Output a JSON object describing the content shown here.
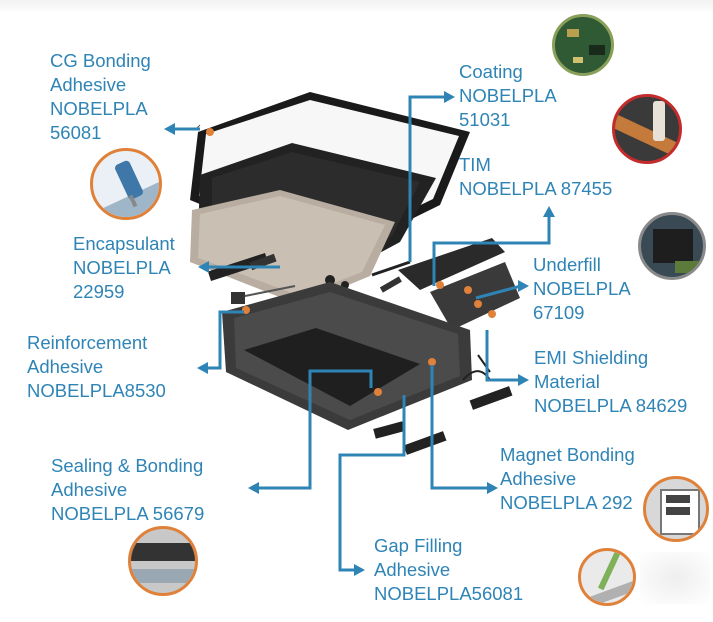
{
  "accent": "#2f84b6",
  "ring": "#e0813a",
  "callouts": [
    {
      "key": "cg",
      "lines": [
        "CG Bonding",
        "Adhesive",
        "NOBELPLA",
        "56081"
      ]
    },
    {
      "key": "coating",
      "lines": [
        "Coating",
        "NOBELPLA",
        "51031"
      ]
    },
    {
      "key": "tim",
      "lines": [
        "TIM",
        "NOBELPLA 87455"
      ]
    },
    {
      "key": "encapsulant",
      "lines": [
        "Encapsulant",
        "NOBELPLA",
        "22959"
      ]
    },
    {
      "key": "underfill",
      "lines": [
        "Underfill",
        "NOBELPLA",
        "67109"
      ]
    },
    {
      "key": "reinforcement",
      "lines": [
        "Reinforcement",
        "Adhesive",
        "NOBELPLA8530"
      ]
    },
    {
      "key": "emi",
      "lines": [
        "EMI Shielding",
        "Material",
        "NOBELPLA 84629"
      ]
    },
    {
      "key": "sealing",
      "lines": [
        "Sealing & Bonding",
        "Adhesive",
        "NOBELPLA 56679"
      ]
    },
    {
      "key": "magnet",
      "lines": [
        "Magnet Bonding",
        "Adhesive",
        "NOBELPLA 292"
      ]
    },
    {
      "key": "gap",
      "lines": [
        "Gap Filling",
        "Adhesive",
        "NOBELPLA56081"
      ]
    }
  ],
  "thumbnails": [
    "dispensing-needle-photo",
    "green-circuit-board-photo",
    "red-coating-applicator-photo",
    "dark-chip-on-board-photo",
    "magnet-bonding-component-photo",
    "gap-filling-casing-photo",
    "syringe-tip-photo"
  ]
}
